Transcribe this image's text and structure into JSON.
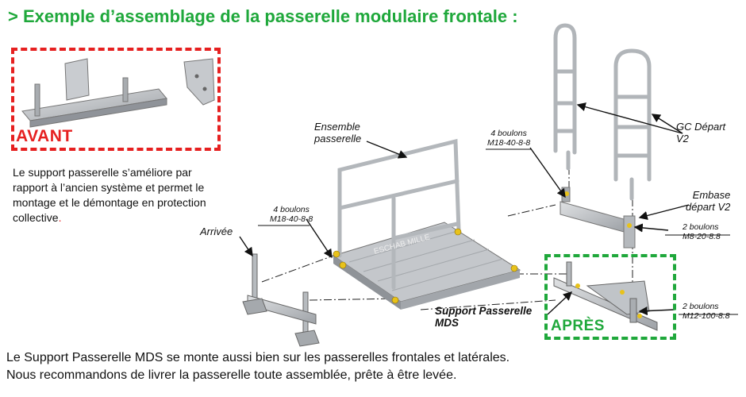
{
  "title": "> Exemple d’assemblage de la passerelle modulaire frontale :",
  "avant_label": "AVANT",
  "apres_label": "APRÈS",
  "description": {
    "text": "Le support passerelle s’améliore par rapport à l’ancien système et permet le montage et le démontage en protection collective",
    "end": "."
  },
  "footer": {
    "line1": "Le Support Passerelle MDS se monte aussi bien sur les passerelles frontales et latérales.",
    "line2": "Nous recommandons de livrer la passerelle toute assemblée, prête à être levée."
  },
  "callouts": {
    "ensemble_line1": "Ensemble",
    "ensemble_line2": "passerelle",
    "gc_line1": "GC Départ",
    "gc_line2": "V2",
    "embase_line1": "Embase",
    "embase_line2": "départ V2",
    "arrivee": "Arrivée",
    "bolts_left_1": "4 boulons",
    "bolts_left_2": "M18-40-8-8",
    "bolts_mid_1": "4 boulons",
    "bolts_mid_2": "M18-40-8-8",
    "bolts_embase_1": "2 boulons",
    "bolts_embase_2": "M8-20-8.8",
    "bolts_apres_1": "2 boulons",
    "bolts_apres_2": "M12-100-8.8",
    "support_line1": "Support Passerelle",
    "support_line2": "MDS"
  },
  "platform_brand": "ESCHAB MILLE",
  "colors": {
    "title_green": "#1fa83b",
    "avant_red": "#e62020",
    "metal": "#b9bcc0",
    "bolt_yellow": "#e8c21a"
  }
}
